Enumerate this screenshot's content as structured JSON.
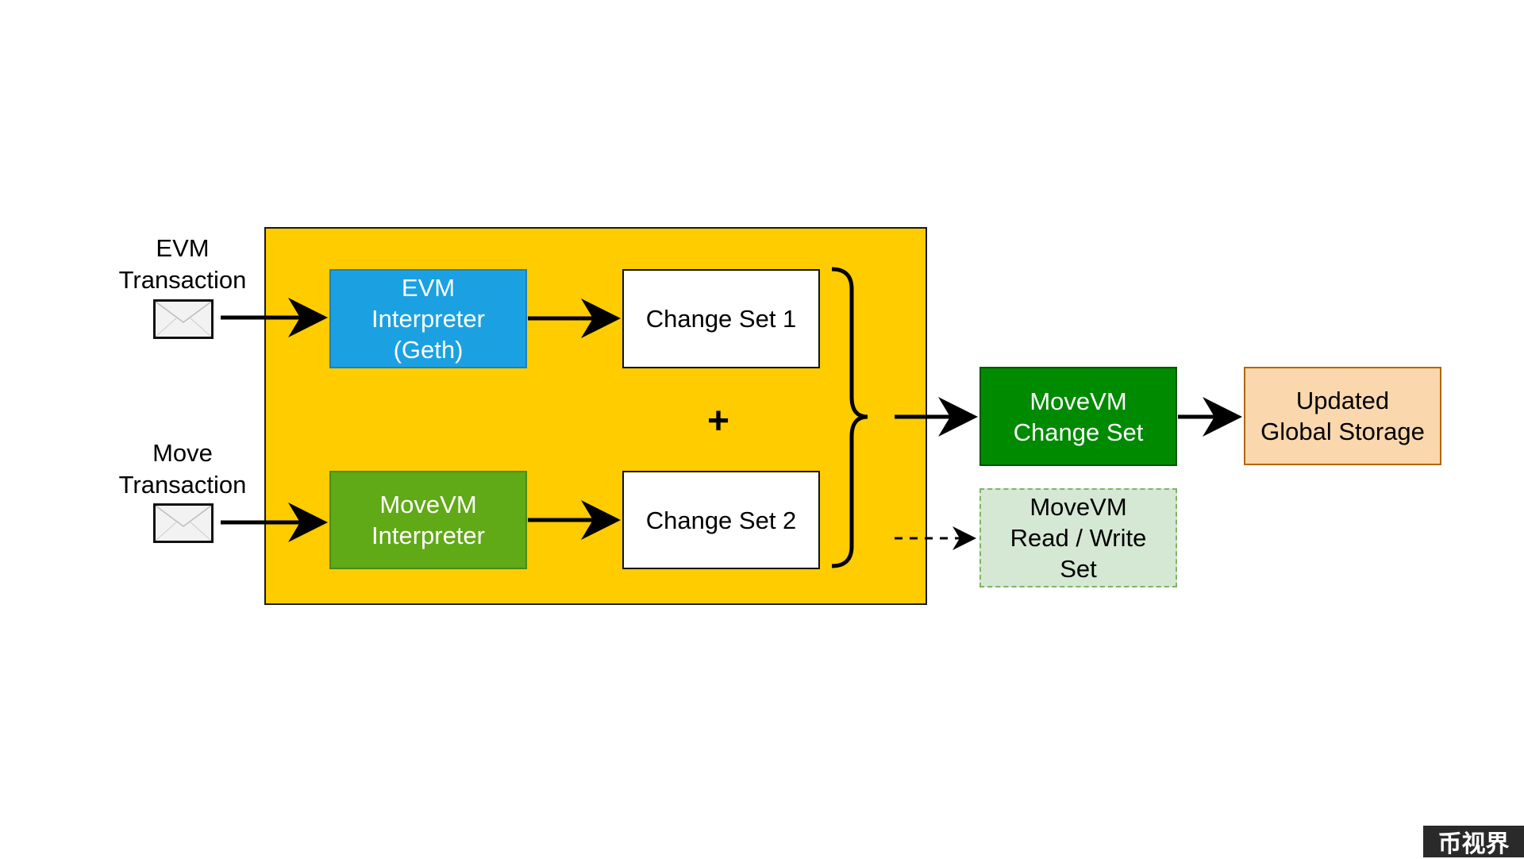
{
  "inputs": {
    "evm_transaction": [
      "EVM",
      "Transaction"
    ],
    "move_transaction": [
      "Move",
      "Transaction"
    ]
  },
  "nodes": {
    "evm_interpreter": [
      "EVM",
      "Interpreter",
      "(Geth)"
    ],
    "movevm_interpreter": [
      "MoveVM",
      "Interpreter"
    ],
    "change_set_1": "Change Set 1",
    "change_set_2": "Change Set 2",
    "combine_symbol": "+",
    "movevm_change_set": [
      "MoveVM",
      "Change Set"
    ],
    "movevm_read_write_set": [
      "MoveVM",
      "Read / Write",
      "Set"
    ],
    "updated_global_storage": [
      "Updated",
      "Global Storage"
    ]
  },
  "icons": {
    "transaction": "envelope-icon"
  },
  "colors": {
    "container": "#FFCC00",
    "evm_interpreter": "#1BA1E2",
    "movevm_interpreter": "#60A917",
    "movevm_change_set": "#008A00",
    "read_write_set": "#D5E8D4",
    "updated_storage": "#FAD7AC"
  },
  "watermark": "币视界"
}
